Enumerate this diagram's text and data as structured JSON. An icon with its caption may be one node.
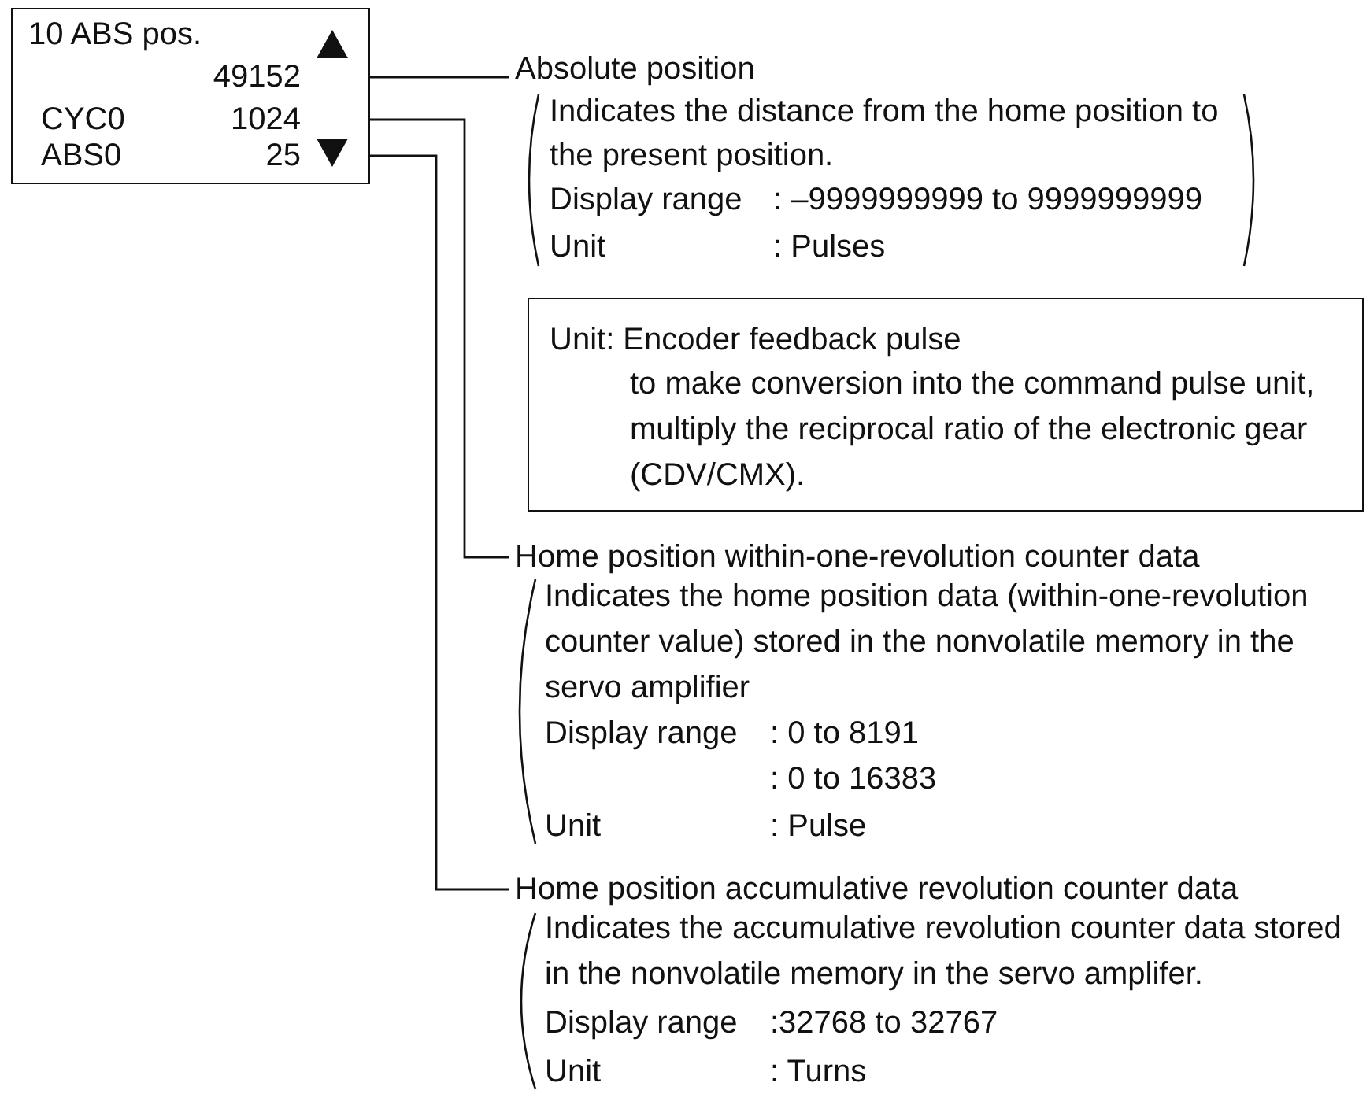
{
  "diagram": {
    "nodes": [
      {
        "text": [
          "10 ABS pos."
        ]
      },
      {
        "text": [
          "49152"
        ],
        "in": 0
      },
      {
        "text": [
          "CYC0",
          "1024"
        ],
        "in": 0
      },
      {
        "text": [
          "ABS0",
          "25"
        ],
        "in": 0
      },
      {
        "text": [
          "Absolute position"
        ]
      },
      {
        "text": [
          "Unit: Encoder feedback pulse",
          "to make conversion into the command pulse unit, multiply the reciprocal ratio of the electronic gear (CDV/CMX)."
        ]
      },
      {
        "text": [
          "Home position within-one-revolution counter data"
        ]
      },
      {
        "text": [
          "Home position accumulative revolution counter data"
        ]
      }
    ],
    "edges": [
      {
        "from": 1,
        "to": 4,
        "arrow": "none"
      },
      {
        "from": 2,
        "to": 6,
        "arrow": "none"
      },
      {
        "from": 3,
        "to": 7,
        "arrow": "none"
      }
    ],
    "labels": [
      "Indicates the distance from the home position to the present position.",
      "Display range",
      ": –9999999999 to 9999999999",
      "Unit",
      ": Pulses",
      "Indicates the home position data (within-one-revolution counter value) stored in the nonvolatile memory in the servo amplifier",
      "Display range",
      ": 0 to 8191",
      ": 0 to 16383",
      "Unit",
      ": Pulse",
      "Indicates the accumulative revolution counter data stored in the nonvolatile memory in the servo amplifer.",
      "Display range",
      ":32768 to 32767",
      "Unit",
      ": Turns"
    ]
  }
}
